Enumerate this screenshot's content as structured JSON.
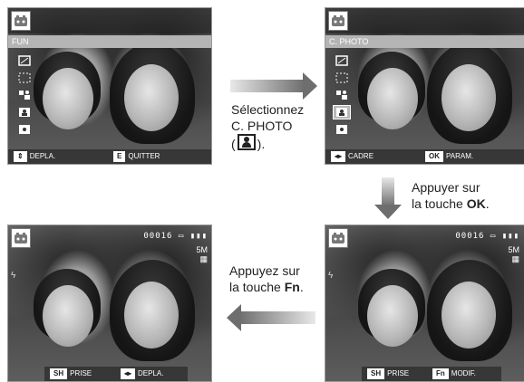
{
  "screen1": {
    "mode_label": "FUN",
    "bottom": {
      "key1": "⇕",
      "text1": "DEPLA.",
      "key2": "E",
      "text2": "QUITTER"
    },
    "icons": [
      "frame-icon",
      "crop-icon",
      "composite-icon",
      "portrait-icon",
      "spot-icon"
    ]
  },
  "screen2": {
    "mode_label": "C. PHOTO",
    "bottom": {
      "key1": "◂▸",
      "text1": "CADRE",
      "key2": "OK",
      "text2": "PARAM."
    },
    "icons": [
      "frame-icon",
      "crop-icon",
      "composite-icon",
      "portrait-icon",
      "spot-icon"
    ],
    "selected_icon": "portrait-icon"
  },
  "screen3": {
    "counter": "00016",
    "resolution": "5M",
    "bottom": {
      "key1": "SH",
      "text1": "PRISE",
      "key2": "◂▸",
      "text2": "DEPLA."
    }
  },
  "screen4": {
    "counter": "00016",
    "resolution": "5M",
    "bottom": {
      "key1": "SH",
      "text1": "PRISE",
      "key2": "Fn",
      "text2": "MODIF."
    }
  },
  "captions": {
    "step1_line1": "Sélectionnez",
    "step1_line2": "C. PHOTO",
    "step1_line3_prefix": "(",
    "step1_line3_suffix": ").",
    "step2_line1": "Appuyer sur",
    "step2_line2_prefix": "la touche ",
    "step2_line2_key": "OK",
    "step2_line2_suffix": ".",
    "step3_line1": "Appuyez sur",
    "step3_line2_prefix": "la touche ",
    "step3_line2_key": "Fn",
    "step3_line2_suffix": "."
  }
}
